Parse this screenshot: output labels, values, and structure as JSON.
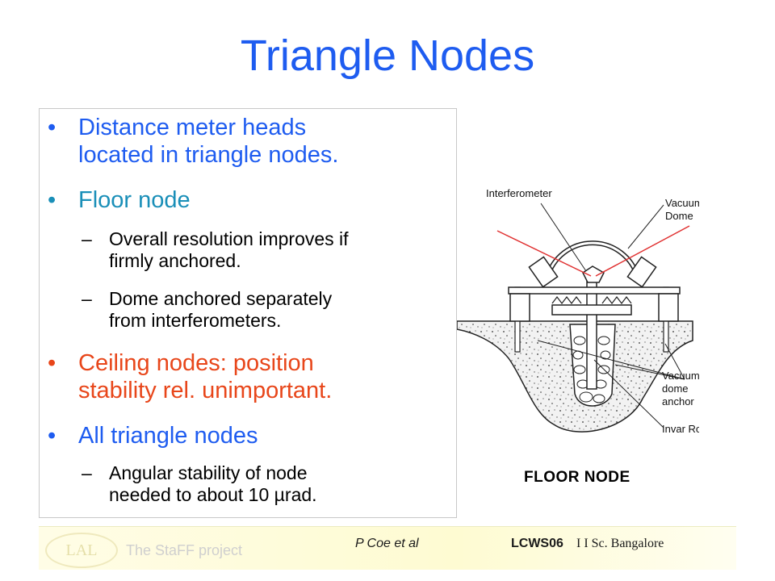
{
  "title": "Triangle Nodes",
  "bullets": {
    "b1_line1": "Distance meter heads",
    "b1_line2": "located in triangle nodes.",
    "b2": "Floor node",
    "b2_sub1_line1": "Overall resolution improves if",
    "b2_sub1_line2": "firmly anchored.",
    "b2_sub2_line1": "Dome anchored separately",
    "b2_sub2_line2": "from interferometers.",
    "b3_line1": "Ceiling nodes: position",
    "b3_line2": "stability rel. unimportant.",
    "b4": "All triangle nodes",
    "b4_sub1_line1": "Angular stability of node",
    "b4_sub1_line2_pre": "needed to about 10 ",
    "b4_sub1_line2_mu": "µ",
    "b4_sub1_line2_post": "rad.",
    "bullet_glyph": "•",
    "dash_glyph": "–"
  },
  "diagram": {
    "label_interferometer": "Interferometer",
    "label_vacuum": "Vacuum",
    "label_dome": "Dome",
    "label_vda1": "Vacuum",
    "label_vda2": "dome",
    "label_vda3": "anchor",
    "label_invar": "Invar Rod",
    "caption": "FLOOR NODE"
  },
  "footer": {
    "logo_text": "LAL",
    "project": "The StaFF project",
    "author": "P Coe et al",
    "conference": "LCWS06",
    "venue": "I I Sc. Bangalore"
  },
  "colors": {
    "title": "#1e5cf0",
    "bullet_blue": "#1e5cf0",
    "bullet_teal": "#1a8fb8",
    "bullet_orange": "#e8461a",
    "beam_red": "#e03030"
  }
}
